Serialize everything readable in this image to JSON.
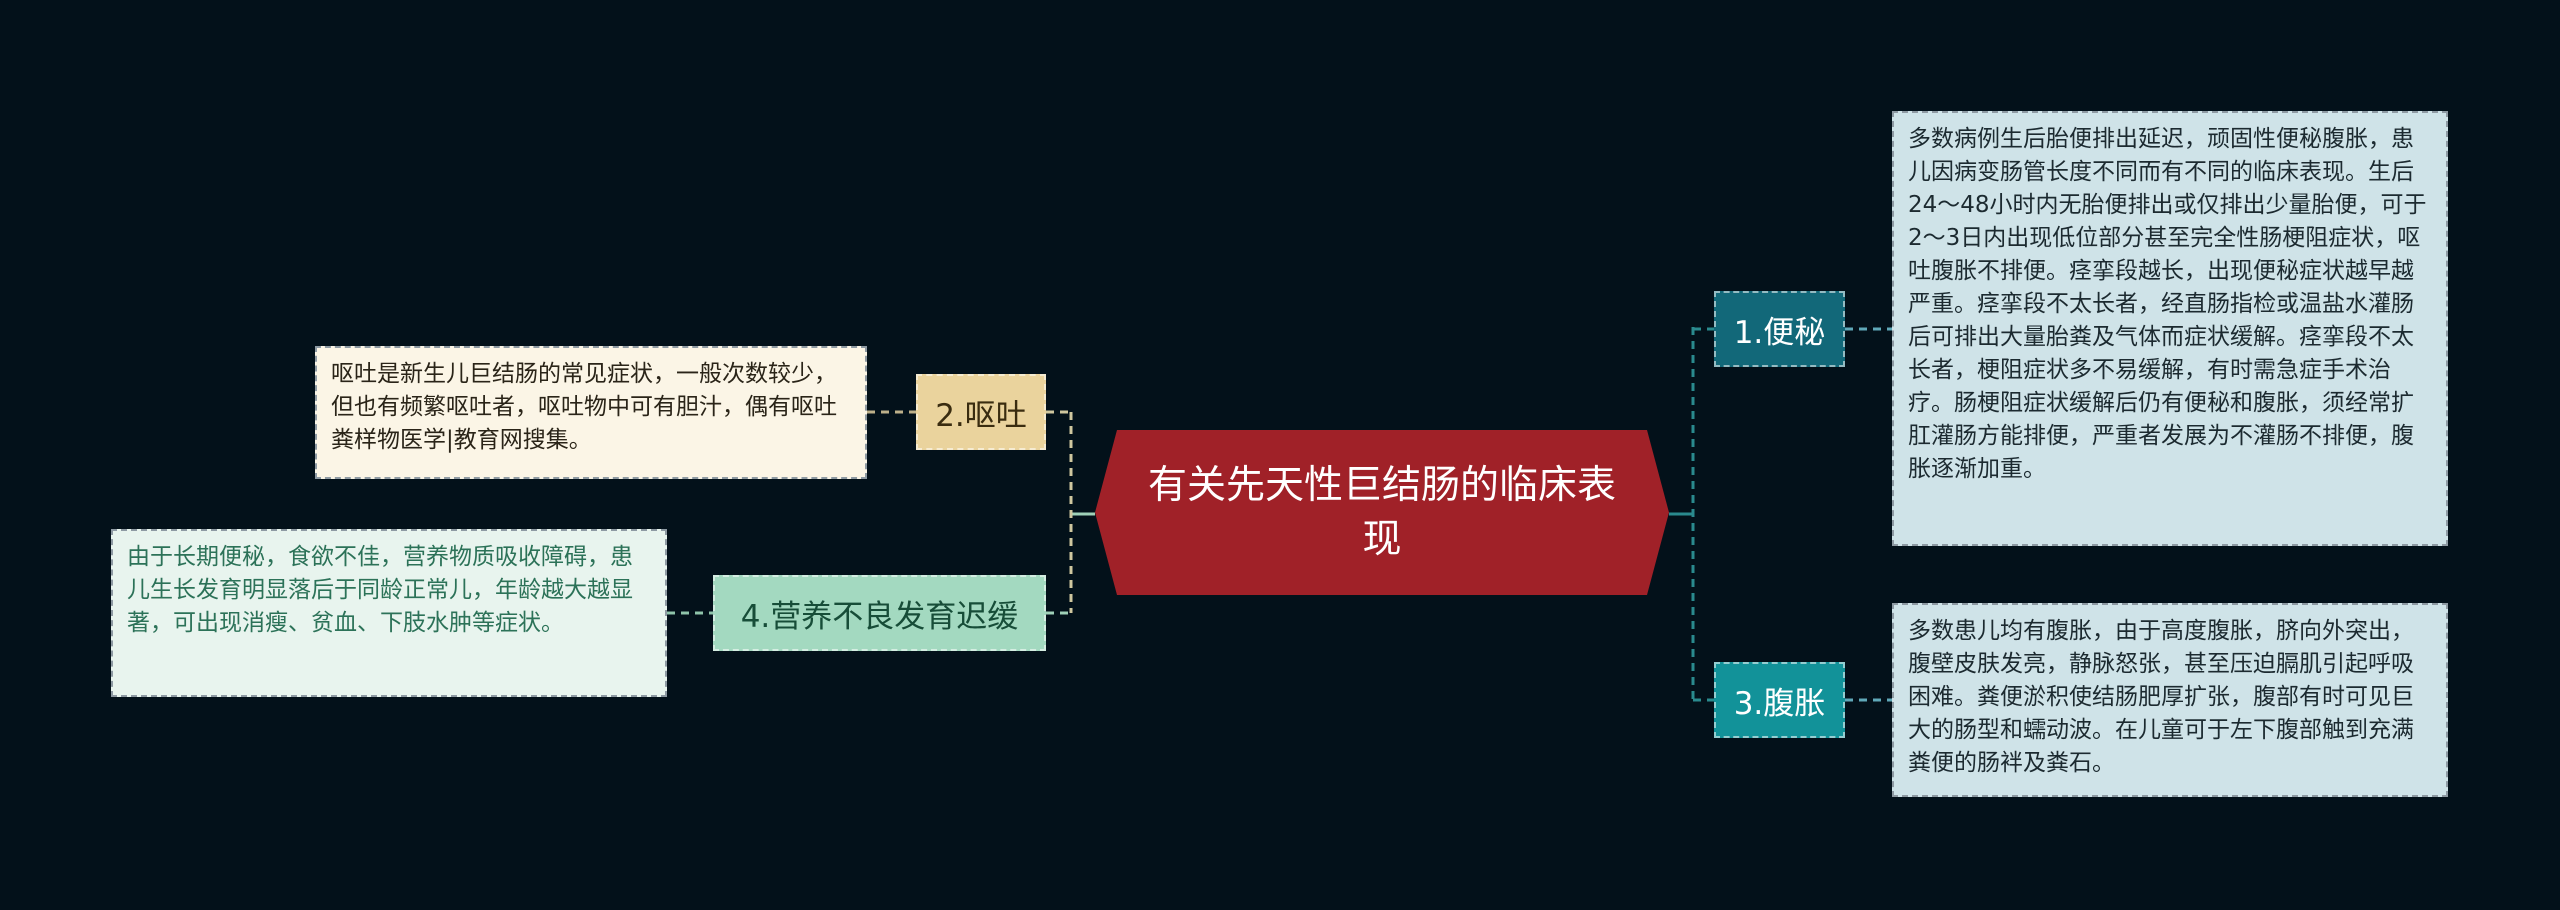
{
  "center": {
    "title": "有关先天性巨结肠的临床表现"
  },
  "branches": [
    {
      "label": "1.便秘",
      "detail": "多数病例生后胎便排出延迟，顽固性便秘腹胀，患儿因病变肠管长度不同而有不同的临床表现。生后24～48小时内无胎便排出或仅排出少量胎便，可于2～3日内出现低位部分甚至完全性肠梗阻症状，呕吐腹胀不排便。痉挛段越长，出现便秘症状越早越严重。痉挛段不太长者，经直肠指检或温盐水灌肠后可排出大量胎粪及气体而症状缓解。痉挛段不太长者，梗阻症状多不易缓解，有时需急症手术治疗。肠梗阻症状缓解后仍有便秘和腹胀，须经常扩肛灌肠方能排便，严重者发展为不灌肠不排便，腹胀逐渐加重。"
    },
    {
      "label": "2.呕吐",
      "detail": "呕吐是新生儿巨结肠的常见症状，一般次数较少，但也有频繁呕吐者，呕吐物中可有胆汁，偶有呕吐粪样物医学|教育网搜集。"
    },
    {
      "label": "3.腹胀",
      "detail": "多数患儿均有腹胀，由于高度腹胀，脐向外突出，腹壁皮肤发亮，静脉怒张，甚至压迫膈肌引起呼吸困难。粪便淤积使结肠肥厚扩张，腹部有时可见巨大的肠型和蠕动波。在儿童可于左下腹部触到充满粪便的肠袢及粪石。"
    },
    {
      "label": "4.营养不良发育迟缓",
      "detail": "由于长期便秘，食欲不佳，营养物质吸收障碍，患儿生长发育明显落后于同龄正常儿，年龄越大越显著，可出现消瘦、贫血、下肢水肿等症状。"
    }
  ],
  "colors": {
    "background": "#03111a",
    "center": "#a02128",
    "branch_1": "#126879",
    "branch_2": "#ead39d",
    "branch_3": "#129299",
    "branch_4": "#a3d9c0",
    "connector_right": "#2a8a8e",
    "connector_left": "#cfc79f"
  }
}
